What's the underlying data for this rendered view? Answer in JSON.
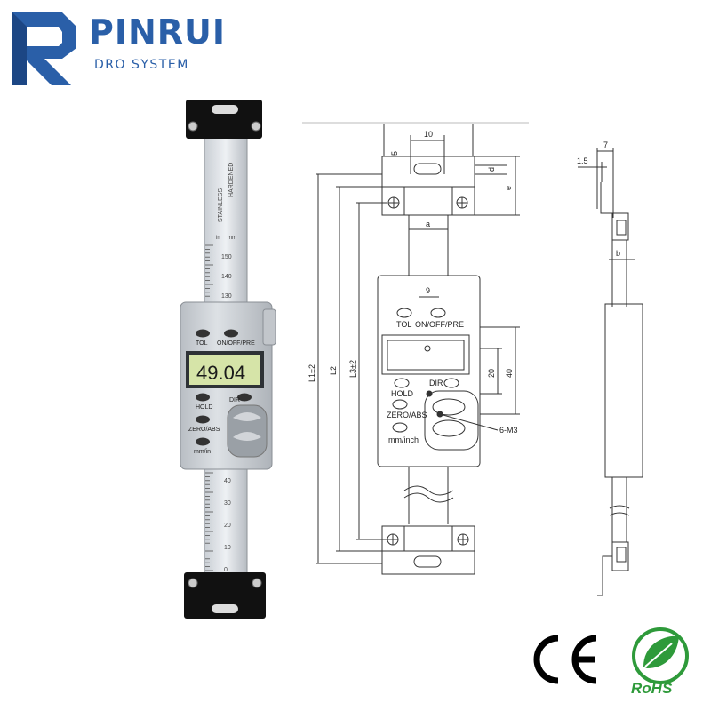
{
  "brand": {
    "name": "PINRUI",
    "subtitle": "DRO SYSTEM",
    "accent_color": "#2a5fa8"
  },
  "product": {
    "scale_text_1": "STAINLESS",
    "scale_text_2": "HARDENED",
    "unit_in": "in",
    "unit_mm": "mm",
    "ticks_upper": [
      "150",
      "140",
      "130"
    ],
    "ticks_lower": [
      "40",
      "30",
      "20",
      "10",
      "0"
    ],
    "display_value": "49.04",
    "buttons": {
      "tol": "TOL",
      "onoff": "ON/OFF/PRE",
      "hold": "HOLD",
      "dir": "DIR",
      "zero": "ZERO/ABS",
      "mm_in": "mm/in"
    }
  },
  "front_drawing": {
    "dim_10": "10",
    "dim_5": "5",
    "dim_d": "d",
    "dim_e": "e",
    "dim_a": "a",
    "dim_9": "9",
    "dim_20": "20",
    "dim_40": "40",
    "dim_l1": "L1±2",
    "dim_l2": "L2",
    "dim_l3": "L3±2",
    "label_tol": "TOL",
    "label_onoff": "ON/OFF/PRE",
    "label_hold": "HOLD",
    "label_dir": "DIR",
    "label_zero": "ZERO/ABS",
    "label_mm": "mm/inch",
    "label_screw": "6-M3"
  },
  "side_drawing": {
    "dim_7": "7",
    "dim_15": "1.5",
    "dim_b": "b"
  },
  "certifications": {
    "ce": "CE",
    "rohs": "RoHS",
    "rohs_color": "#2e9a3a"
  },
  "icons": [
    "pinrui-logo-icon",
    "screw-icon",
    "rohs-leaf-icon"
  ]
}
